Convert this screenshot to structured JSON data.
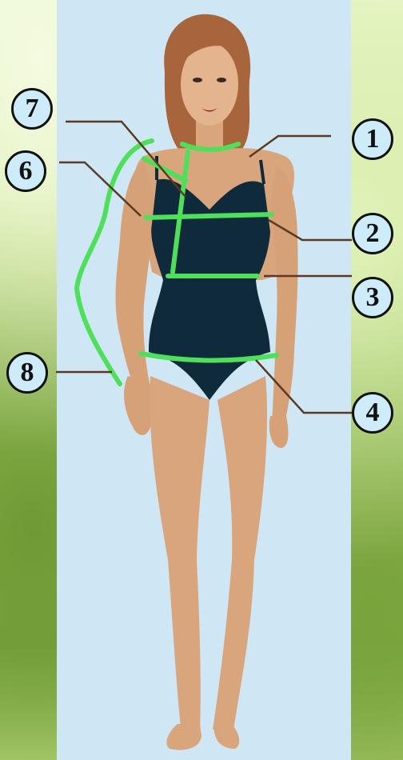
{
  "markers": [
    {
      "id": "marker-1",
      "label": "1"
    },
    {
      "id": "marker-2",
      "label": "2"
    },
    {
      "id": "marker-3",
      "label": "3"
    },
    {
      "id": "marker-4",
      "label": "4"
    },
    {
      "id": "marker-6",
      "label": "6"
    },
    {
      "id": "marker-7",
      "label": "7"
    },
    {
      "id": "marker-8",
      "label": "8"
    }
  ],
  "colors": {
    "measure_line": "#4ee05a",
    "leader_line": "#5a3a22",
    "panel": "#cfe7f5",
    "garment": "#0f2a3a",
    "skin": "#d9a57d",
    "hair": "#a8643a"
  }
}
